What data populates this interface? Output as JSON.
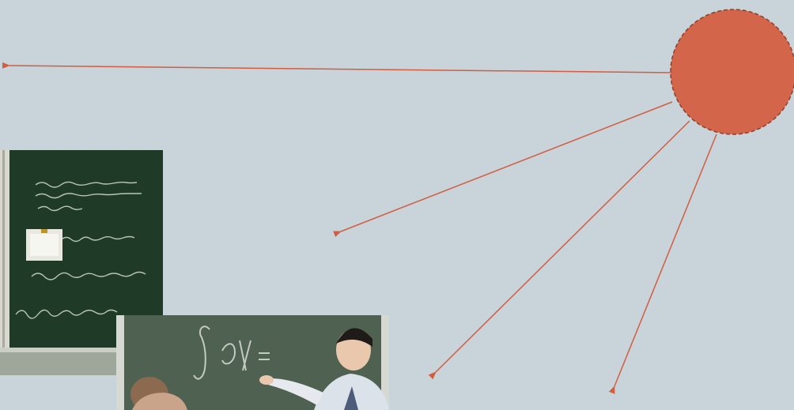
{
  "diagram": {
    "description_visible_text": [],
    "colors": {
      "background": "#c8d3da",
      "sun": "#d3654a",
      "sun_outline": "#8e3f2a",
      "arrow": "#d35d3f"
    },
    "sun": {
      "name": "sun-circle",
      "shape": "circle"
    },
    "arrows": [
      {
        "name": "arrow-left"
      },
      {
        "name": "arrow-mid-left"
      },
      {
        "name": "arrow-mid-down"
      },
      {
        "name": "arrow-down"
      }
    ],
    "photos": [
      {
        "name": "chalkboard-photo-equations"
      },
      {
        "name": "chalkboard-photo-teacher"
      }
    ]
  }
}
